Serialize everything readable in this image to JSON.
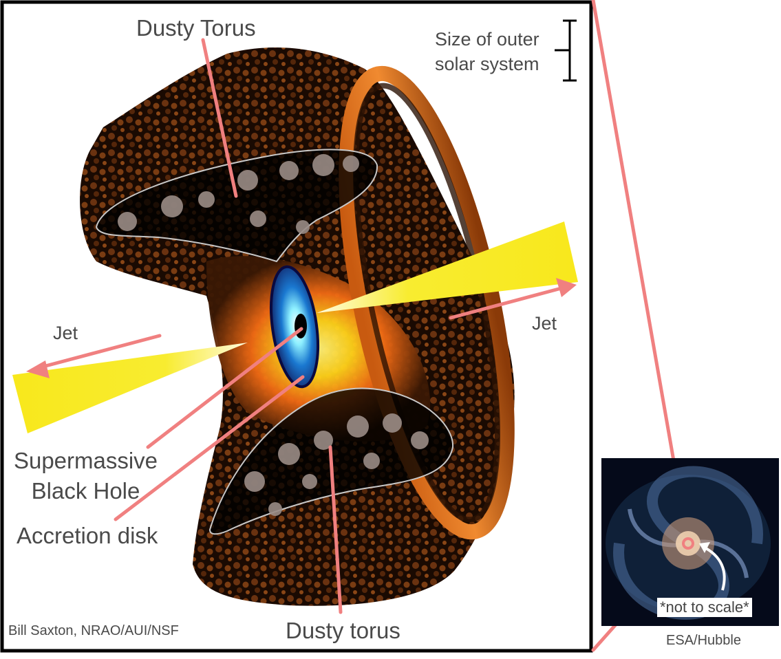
{
  "labels": {
    "dusty_torus_top": "Dusty Torus",
    "scale_line1": "Size of outer",
    "scale_line2": "solar system",
    "jet_left": "Jet",
    "jet_right": "Jet",
    "smbh_line1": "Supermassive",
    "smbh_line2": "Black Hole",
    "accretion_disk": "Accretion disk",
    "dusty_torus_bottom": "Dusty torus",
    "credit_main": "Bill Saxton, NRAO/AUI/NSF",
    "credit_inset": "ESA/Hubble",
    "not_to_scale": "*not to scale*"
  },
  "colors": {
    "frame": "#000000",
    "pointer": "#f08080",
    "jet": "#f8e81c",
    "torus_dust": "#5a2a08",
    "torus_glow": "#e8681c",
    "text": "#4a4a4a"
  }
}
